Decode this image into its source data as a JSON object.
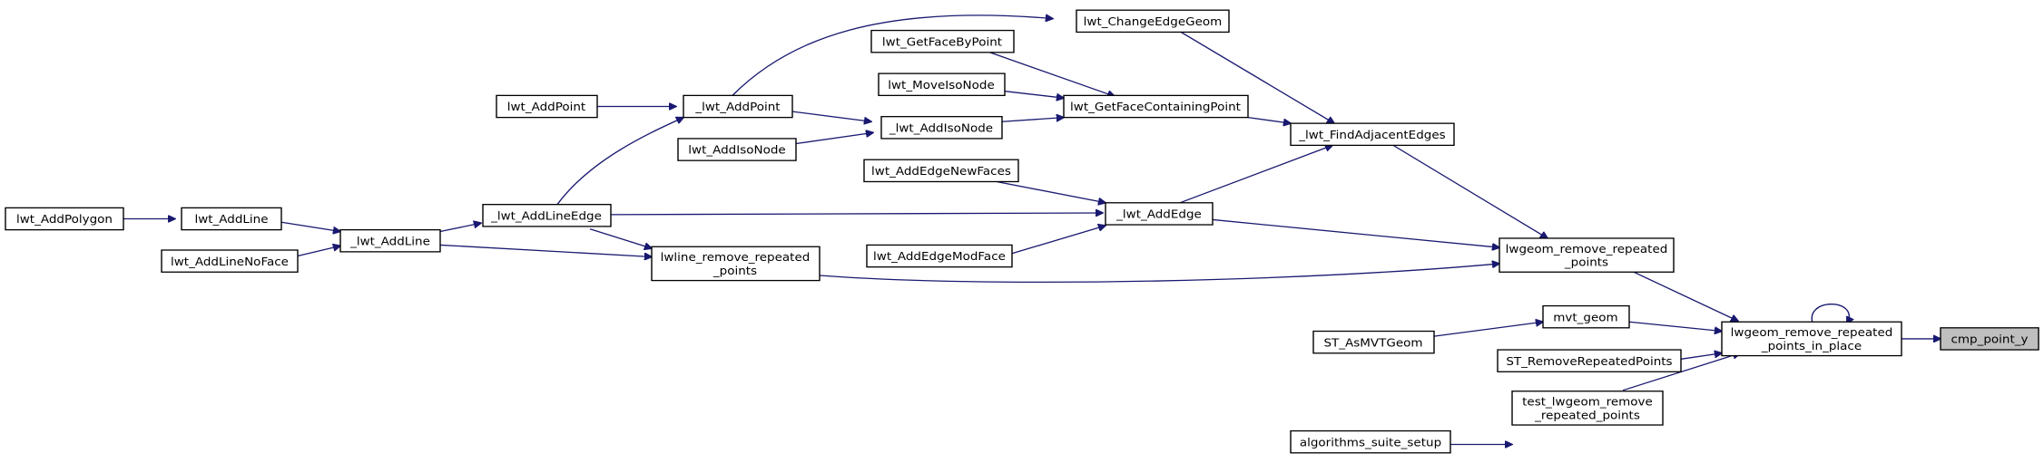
{
  "graph": {
    "edge_color": "#191970",
    "root_fill": "#bfbfbf",
    "node_fill": "#ffffff",
    "nodes": {
      "cmp_point_y": [
        "cmp_point_y"
      ],
      "lwgeom_rrp_in_place": [
        "lwgeom_remove_repeated",
        "_points_in_place"
      ],
      "lwgeom_rrp": [
        "lwgeom_remove_repeated",
        "_points"
      ],
      "mvt_geom": [
        "mvt_geom"
      ],
      "st_removerepeatedpoints": [
        "ST_RemoveRepeatedPoints"
      ],
      "test_lwgeom_rrp": [
        "test_lwgeom_remove",
        "_repeated_points"
      ],
      "st_asmvtgeom": [
        "ST_AsMVTGeom"
      ],
      "algorithms_suite_setup": [
        "algorithms_suite_setup"
      ],
      "lwt_findadjacentedges": [
        "_lwt_FindAdjacentEdges"
      ],
      "lwline_rrp": [
        "lwline_remove_repeated",
        "_points"
      ],
      "lwt_changeedgegeom": [
        "lwt_ChangeEdgeGeom"
      ],
      "lwt_getfacecontainingpoint": [
        "lwt_GetFaceContainingPoint"
      ],
      "lwt_addedge_internal": [
        "_lwt_AddEdge"
      ],
      "lwt_addlineedge_internal": [
        "_lwt_AddLineEdge"
      ],
      "lwt_addline_internal": [
        "_lwt_AddLine"
      ],
      "lwt_addpoint_internal": [
        "_lwt_AddPoint"
      ],
      "lwt_getfacebypoint": [
        "lwt_GetFaceByPoint"
      ],
      "lwt_moveisonode": [
        "lwt_MoveIsoNode"
      ],
      "lwt_addisonode_internal": [
        "_lwt_AddIsoNode"
      ],
      "lwt_addedgenewfaces": [
        "lwt_AddEdgeNewFaces"
      ],
      "lwt_addedgemodface": [
        "lwt_AddEdgeModFace"
      ],
      "lwt_addpoint": [
        "lwt_AddPoint"
      ],
      "lwt_addisonode": [
        "lwt_AddIsoNode"
      ],
      "lwt_addline": [
        "lwt_AddLine"
      ],
      "lwt_addlinenoface": [
        "lwt_AddLineNoFace"
      ],
      "lwt_addpolygon": [
        "lwt_AddPolygon"
      ]
    }
  }
}
